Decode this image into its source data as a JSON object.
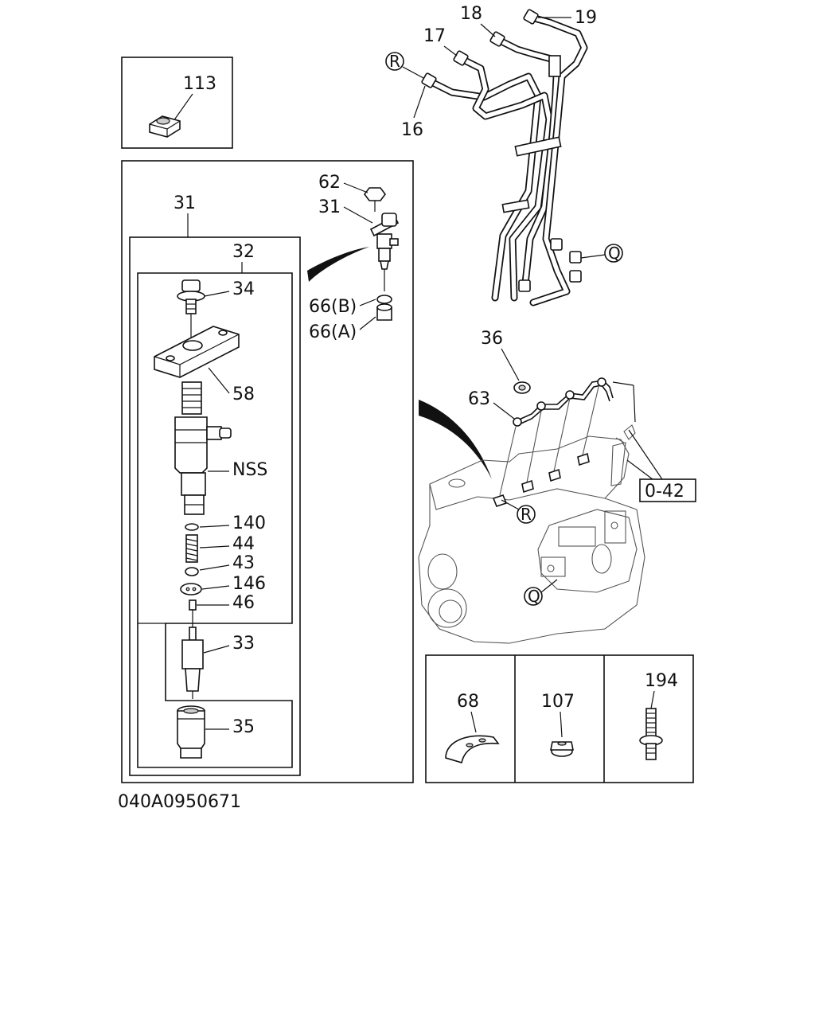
{
  "figure_id": "040A0950671",
  "callouts": {
    "c113": "113",
    "c31a": "31",
    "c32": "32",
    "c34": "34",
    "c58": "58",
    "cNSS": "NSS",
    "c140": "140",
    "c44": "44",
    "c43": "43",
    "c146": "146",
    "c46": "46",
    "c33": "33",
    "c35": "35",
    "c62": "62",
    "c31b": "31",
    "c66b": "66(B)",
    "c66a": "66(A)",
    "c16": "16",
    "c17": "17",
    "c18": "18",
    "c19": "19",
    "c36": "36",
    "c63": "63",
    "c068": "68",
    "c107": "107",
    "c194": "194",
    "ref_o42": "0-42",
    "marker_r1": "R",
    "marker_r2": "R",
    "marker_q1": "Q",
    "marker_q2": "Q"
  }
}
